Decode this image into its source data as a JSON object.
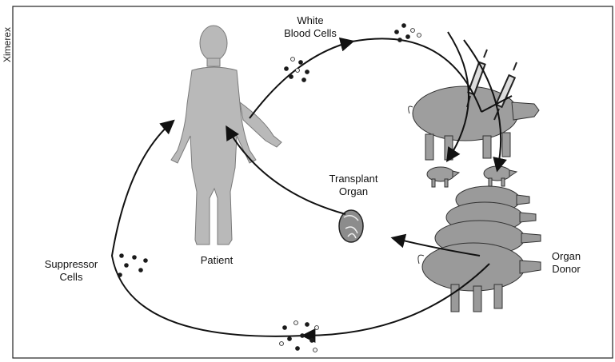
{
  "side_label": "Ximerex",
  "labels": {
    "white_blood_cells": [
      "White",
      "Blood Cells"
    ],
    "patient": "Patient",
    "transplant_organ": [
      "Transplant",
      "Organ"
    ],
    "suppressor_cells": [
      "Suppressor",
      "Cells"
    ],
    "organ_donor": [
      "Organ",
      "Donor"
    ]
  },
  "colors": {
    "line": "#111111",
    "patient_fill": "#b9b9b9",
    "pig_fill": "#9e9e9e",
    "pig_stroke": "#333333",
    "dot_dark": "#1a1a1a",
    "dot_light": "#f2f2f2"
  }
}
